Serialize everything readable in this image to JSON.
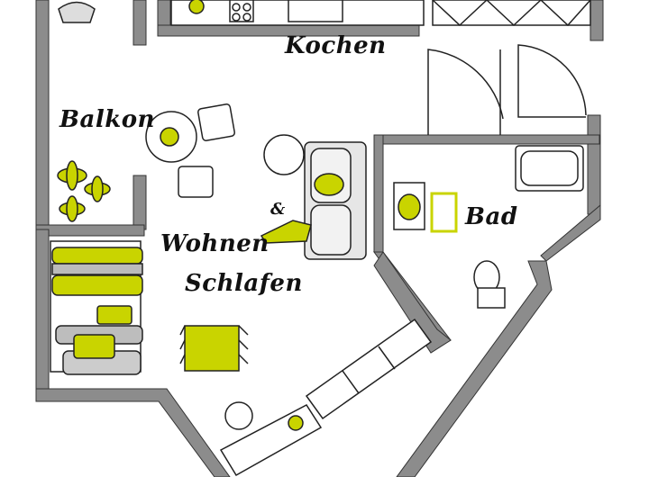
{
  "labels": {
    "kitchen": "Kochen",
    "balcony": "Balkon",
    "living_1": "Wohnen",
    "living_amp": "&",
    "living_2": "Schlafen",
    "bathroom": "Bad"
  },
  "colors": {
    "wall": "#8c8c8c",
    "accent": "#c9d400",
    "line": "#222222",
    "furniture_gray": "#bdbdbd"
  }
}
